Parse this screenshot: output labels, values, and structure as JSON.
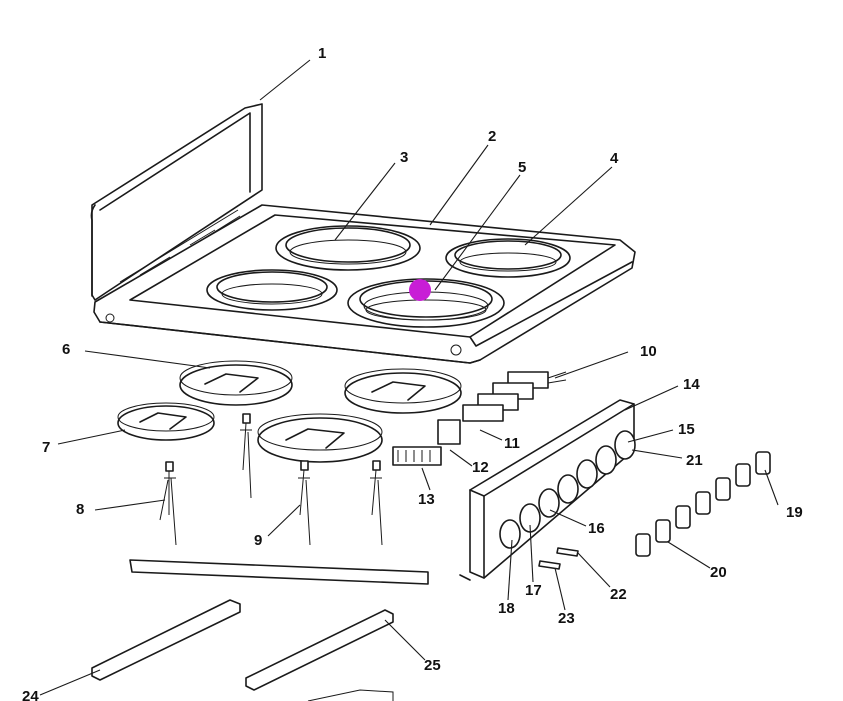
{
  "diagram": {
    "part_labels": [
      "1",
      "2",
      "3",
      "4",
      "5",
      "6",
      "7",
      "8",
      "9",
      "10",
      "11",
      "12",
      "13",
      "14",
      "15",
      "16",
      "17",
      "18",
      "19",
      "20",
      "21",
      "22",
      "23",
      "24",
      "25"
    ],
    "marker_color": "#c81ed6"
  }
}
